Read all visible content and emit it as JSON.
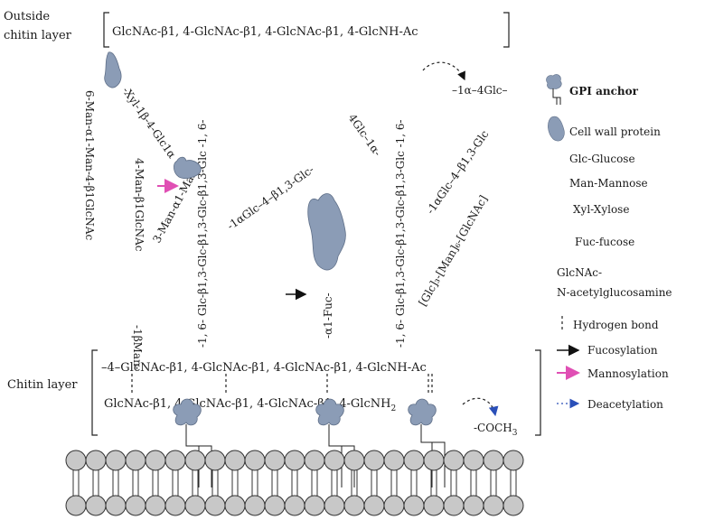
{
  "outside_label_1": "Outside",
  "outside_label_2": "chitin layer",
  "outside_chain": "GlcNAc-β1, 4-GlcNAc-β1, 4-GlcNAc-β1, 4-GlcNH-Ac",
  "chitin_layer_label": "Chitin layer",
  "chitin_chain_upper": "–4–GlcNAc-β1, 4-GlcNAc-β1, 4-GlcNAc-β1, 4-GlcNH-Ac",
  "chitin_chain_lower": "GlcNAc-β1, 4-GlcNAc-β1, 4-GlcNAc-β1, 4-GlcNH",
  "chitin_chain_lower_sub": "2",
  "coch3": "-COCH",
  "coch3_sub": "3",
  "alpha4glc": "–1α–4Glc–",
  "vertical_labels": {
    "man_chain": "6-Man-α1-Man-4-β1GlcNAc",
    "beta_man": "-1βMan-",
    "xyl_chain": "-Xyl-1β-4-Glc1α",
    "man_beta_glcnac": "4-Man-β1GlcNAc",
    "man_alpha_man": "3-Man-α1-Man-",
    "glc_chain_left": "-1, 6- Glc-β1,3-Glc-β1,3-Glc-β1,3-Glc -1, 6-",
    "alpha_glc_left": "-1αGlc–4–β1,3-Glc-",
    "alpha_fuc": "-α1-Fuc-",
    "glc_alpha": "4Glc–1α-",
    "glc_chain_right": "-1, 6- Glc-β1,3-Glc-β1,3-Glc-β1,3-Glc -1, 6-",
    "alpha_glc_right": "-1αGlc–4–β1,3-Glc",
    "glc3_man": "[Glc]₃-[Man]₆-[GlcNAc]"
  },
  "legend": {
    "gpi_anchor": "GPI anchor",
    "cell_wall_protein": "Cell wall protein",
    "glc": "Glc-Glucose",
    "man": "Man-Mannose",
    "xyl": "Xyl-Xylose",
    "fuc": "Fuc-fucose",
    "glcnac_1": "GlcNAc-",
    "glcnac_2": "N-acetylglucosamine",
    "hydrogen_bond": "Hydrogen bond",
    "fucosylation": "Fucosylation",
    "mannosylation": "Mannosylation",
    "deacetylation": "Deacetylation"
  },
  "colors": {
    "protein": "#8b9cb6",
    "protein_stroke": "#5f6f88",
    "lipid_head": "#c8c8c8",
    "fucosylation_arrow": "#111111",
    "mannosylation_arrow": "#e04fb4",
    "deacetylation_arrow": "#2a4fb8"
  }
}
